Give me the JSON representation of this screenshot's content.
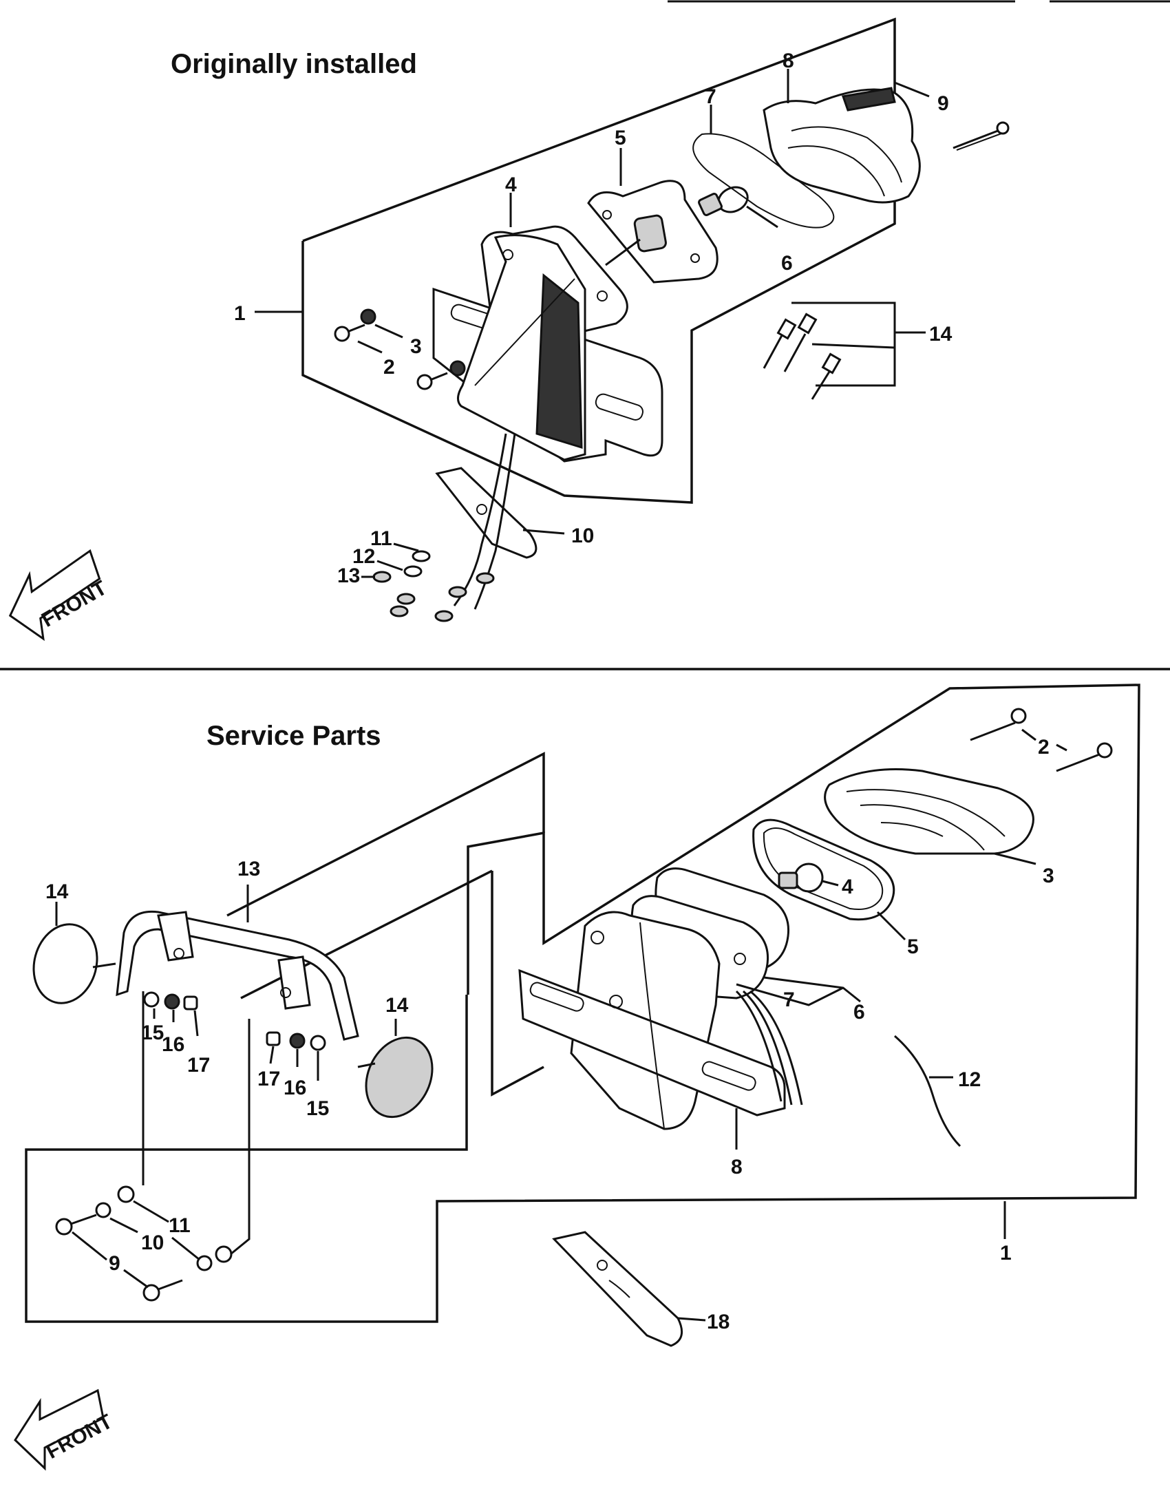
{
  "sections": [
    {
      "title": "Originally installed",
      "front_label": "FRONT",
      "callouts": [
        "1",
        "2",
        "3",
        "4",
        "5",
        "6",
        "7",
        "8",
        "9",
        "10",
        "11",
        "12",
        "13",
        "14"
      ]
    },
    {
      "title": "Service Parts",
      "front_label": "FRONT",
      "callouts": [
        "1",
        "2",
        "3",
        "4",
        "5",
        "6",
        "7",
        "8",
        "9",
        "10",
        "11",
        "12",
        "13",
        "14",
        "14",
        "15",
        "15",
        "16",
        "16",
        "17",
        "17",
        "18"
      ]
    }
  ],
  "colors": {
    "ink": "#111111",
    "background": "#ffffff"
  }
}
